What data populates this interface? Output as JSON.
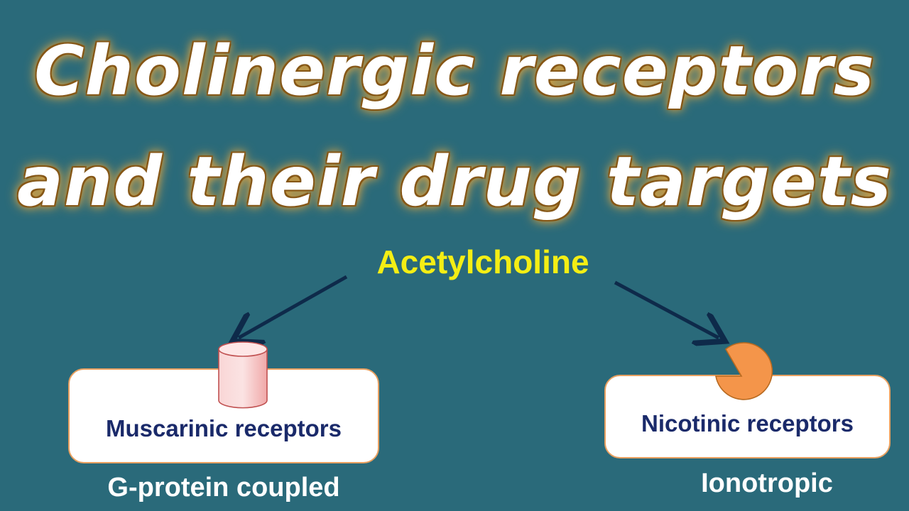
{
  "title": {
    "line1": "Cholinergic receptors",
    "line2": "and their drug targets"
  },
  "ligand": {
    "label": "Acetylcholine",
    "color": "#f4ee14"
  },
  "receptors": [
    {
      "name": "Muscarinic receptors",
      "type": "G-protein coupled",
      "icon": "cylinder-icon",
      "icon_color": "#f7c4c4"
    },
    {
      "name": "Nicotinic receptors",
      "type": "Ionotropic",
      "icon": "pie-notch-icon",
      "icon_color": "#f4954a"
    }
  ],
  "colors": {
    "background": "#2a6a7a",
    "arrow": "#0e2a4a",
    "box_border": "#e8a060",
    "box_text": "#1a2a6a"
  }
}
